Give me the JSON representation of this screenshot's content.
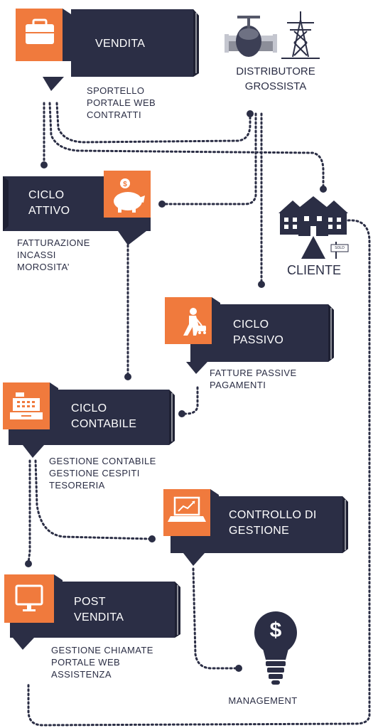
{
  "colors": {
    "navy": "#2b2e45",
    "orange": "#f07a3d",
    "white": "#ffffff"
  },
  "vendita": {
    "title": "VENDITA",
    "lines": [
      "SPORTELLO",
      "PORTALE WEB",
      "CONTRATTI"
    ],
    "icon": "briefcase-icon"
  },
  "distributore": {
    "title_line1": "DISTRIBUTORE",
    "title_line2": "GROSSISTA",
    "icons": [
      "pipe-valve-icon",
      "power-pylon-icon"
    ]
  },
  "ciclo_attivo": {
    "title_line1": "CICLO",
    "title_line2": "ATTIVO",
    "lines": [
      "FATTURAZIONE",
      "INCASSI",
      "MOROSITA’"
    ],
    "icon": "piggy-bank-icon"
  },
  "cliente": {
    "title": "CLIENTE",
    "icon": "houses-icon",
    "sign": "SOLD"
  },
  "ciclo_passivo": {
    "title_line1": "CICLO",
    "title_line2": "PASSIVO",
    "lines": [
      "FATTURE PASSIVE",
      "PAGAMENTI"
    ],
    "icon": "lawn-mower-icon"
  },
  "ciclo_contabile": {
    "title_line1": "CICLO",
    "title_line2": "CONTABILE",
    "lines": [
      "GESTIONE CONTABILE",
      "GESTIONE CESPITI",
      "TESORERIA"
    ],
    "icon": "cash-register-icon"
  },
  "controllo": {
    "title_line1": "CONTROLLO DI",
    "title_line2": "GESTIONE",
    "icon": "laptop-chart-icon"
  },
  "post_vendita": {
    "title_line1": "POST",
    "title_line2": "VENDITA",
    "lines": [
      "GESTIONE CHIAMATE",
      "PORTALE WEB",
      "ASSISTENZA"
    ],
    "icon": "monitor-icon"
  },
  "management": {
    "title": "MANAGEMENT",
    "icon": "lightbulb-dollar-icon",
    "symbol": "$"
  }
}
